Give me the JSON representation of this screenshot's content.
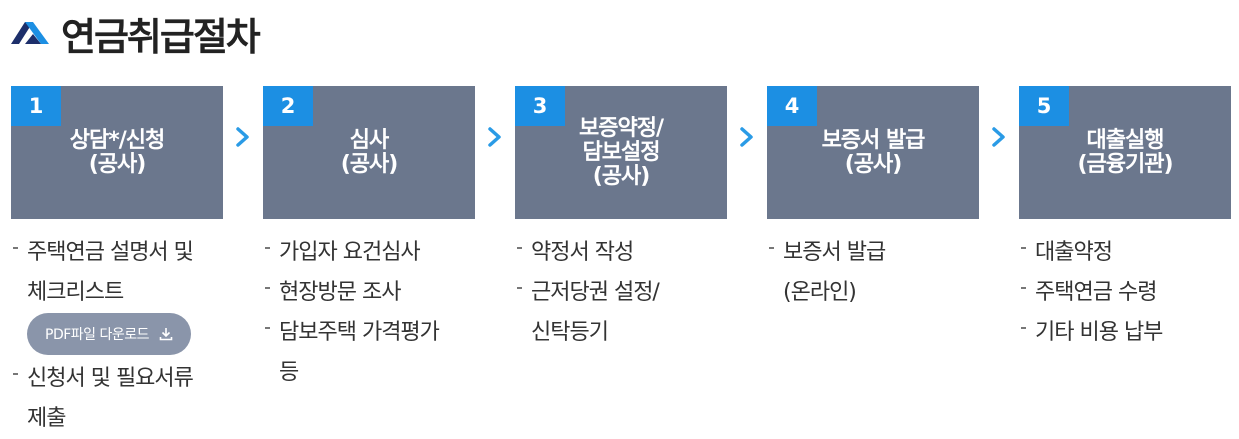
{
  "page": {
    "title": "연금취급절차"
  },
  "colors": {
    "step_box": "#6b778d",
    "step_number": "#1c8fe3",
    "arrow": "#2a9be6",
    "pdf_button": "#8a95aa"
  },
  "steps": [
    {
      "number": "1",
      "title": "상담*/신청\n(공사)",
      "items": [
        "주택연금 설명서 및\n체크리스트",
        "신청서 및 필요서류\n제출"
      ],
      "pdf_button": "PDF파일 다운로드"
    },
    {
      "number": "2",
      "title": "심사\n(공사)",
      "items": [
        "가입자 요건심사",
        "현장방문 조사",
        "담보주택 가격평가\n등"
      ]
    },
    {
      "number": "3",
      "title": "보증약정/\n담보설정\n(공사)",
      "items": [
        "약정서 작성",
        "근저당권 설정/\n신탁등기"
      ]
    },
    {
      "number": "4",
      "title": "보증서 발급\n(공사)",
      "items": [
        "보증서 발급",
        "(온라인)"
      ]
    },
    {
      "number": "5",
      "title": "대출실행\n(금융기관)",
      "items": [
        "대출약정",
        "주택연금 수령",
        "기타 비용 납부"
      ]
    }
  ]
}
